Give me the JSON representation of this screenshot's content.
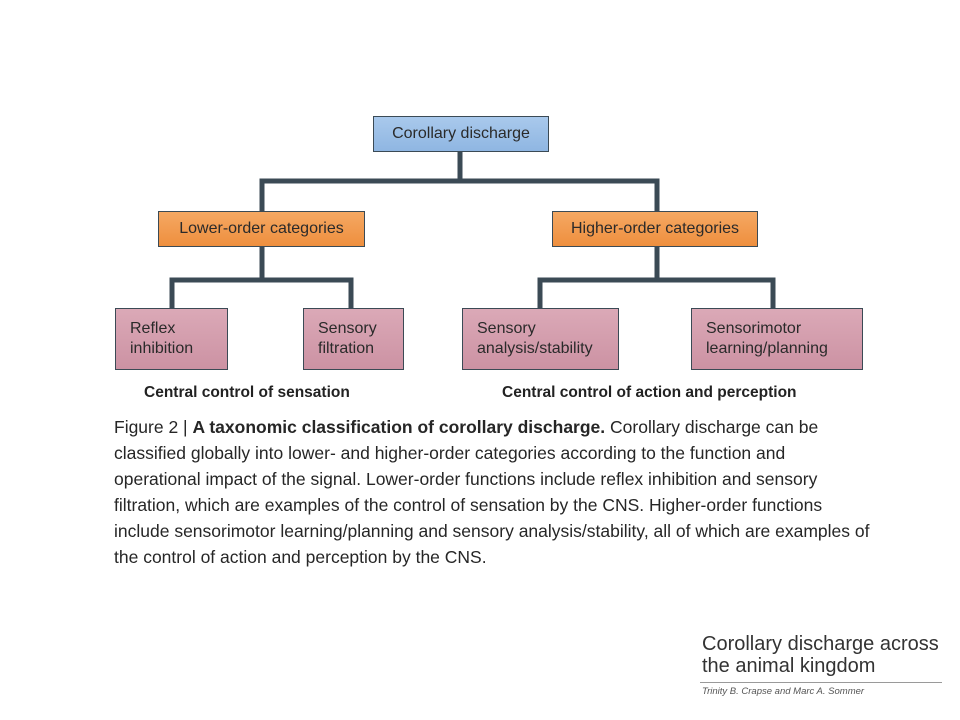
{
  "diagram": {
    "root": {
      "label": "Corollary discharge"
    },
    "categories": [
      {
        "label": "Lower-order categories"
      },
      {
        "label": "Higher-order categories"
      }
    ],
    "leaves": [
      {
        "label": "Reflex\ninhibition"
      },
      {
        "label": "Sensory\nfiltration"
      },
      {
        "label": "Sensory\nanalysis/stability"
      },
      {
        "label": "Sensorimotor\nlearning/planning"
      }
    ],
    "group_labels": [
      "Central control of sensation",
      "Central control of action and perception"
    ],
    "colors": {
      "root_fill": "#9cc0e8",
      "category_fill": "#f19a4c",
      "leaf_fill": "#d29cab",
      "connector": "#3b4a55"
    }
  },
  "caption": {
    "figure_number": "Figure 2 |",
    "title": "A taxonomic classification of corollary discharge.",
    "body": "Corollary discharge can be classified globally into lower- and higher-order categories according to the function and operational impact of the signal. Lower-order functions include reflex inhibition and sensory filtration, which are examples of the control of sensation by the CNS. Higher-order functions include sensorimotor learning/planning and sensory analysis/stability, all of which are examples of the control of action and perception by the CNS."
  },
  "reference": {
    "title": "Corollary discharge across\nthe animal kingdom",
    "authors": "Trinity B. Crapse and Marc A. Sommer"
  }
}
